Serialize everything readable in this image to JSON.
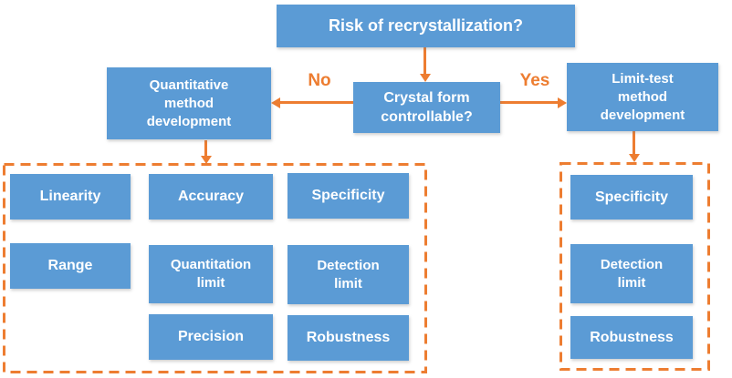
{
  "colors": {
    "node_blue": "#5B9BD5",
    "accent_orange": "#ED7D31",
    "text_white": "#FFFFFF"
  },
  "flow": {
    "root_question": "Risk of recrystallization?",
    "decision": {
      "lines": [
        "Crystal form",
        "controllable?"
      ]
    },
    "no_label": "No",
    "yes_label": "Yes",
    "quantitative": {
      "lines": [
        "Quantitative",
        "method",
        "development"
      ]
    },
    "limit_test": {
      "lines": [
        "Limit-test",
        "method",
        "development"
      ]
    }
  },
  "quant_panel": {
    "linearity": "Linearity",
    "range": "Range",
    "accuracy": "Accuracy",
    "quantitation_limit": {
      "lines": [
        "Quantitation",
        "limit"
      ]
    },
    "precision": "Precision",
    "specificity": "Specificity",
    "detection_limit": {
      "lines": [
        "Detection",
        "limit"
      ]
    },
    "robustness": "Robustness"
  },
  "limit_panel": {
    "specificity": "Specificity",
    "detection_limit": {
      "lines": [
        "Detection",
        "limit"
      ]
    },
    "robustness": "Robustness"
  }
}
